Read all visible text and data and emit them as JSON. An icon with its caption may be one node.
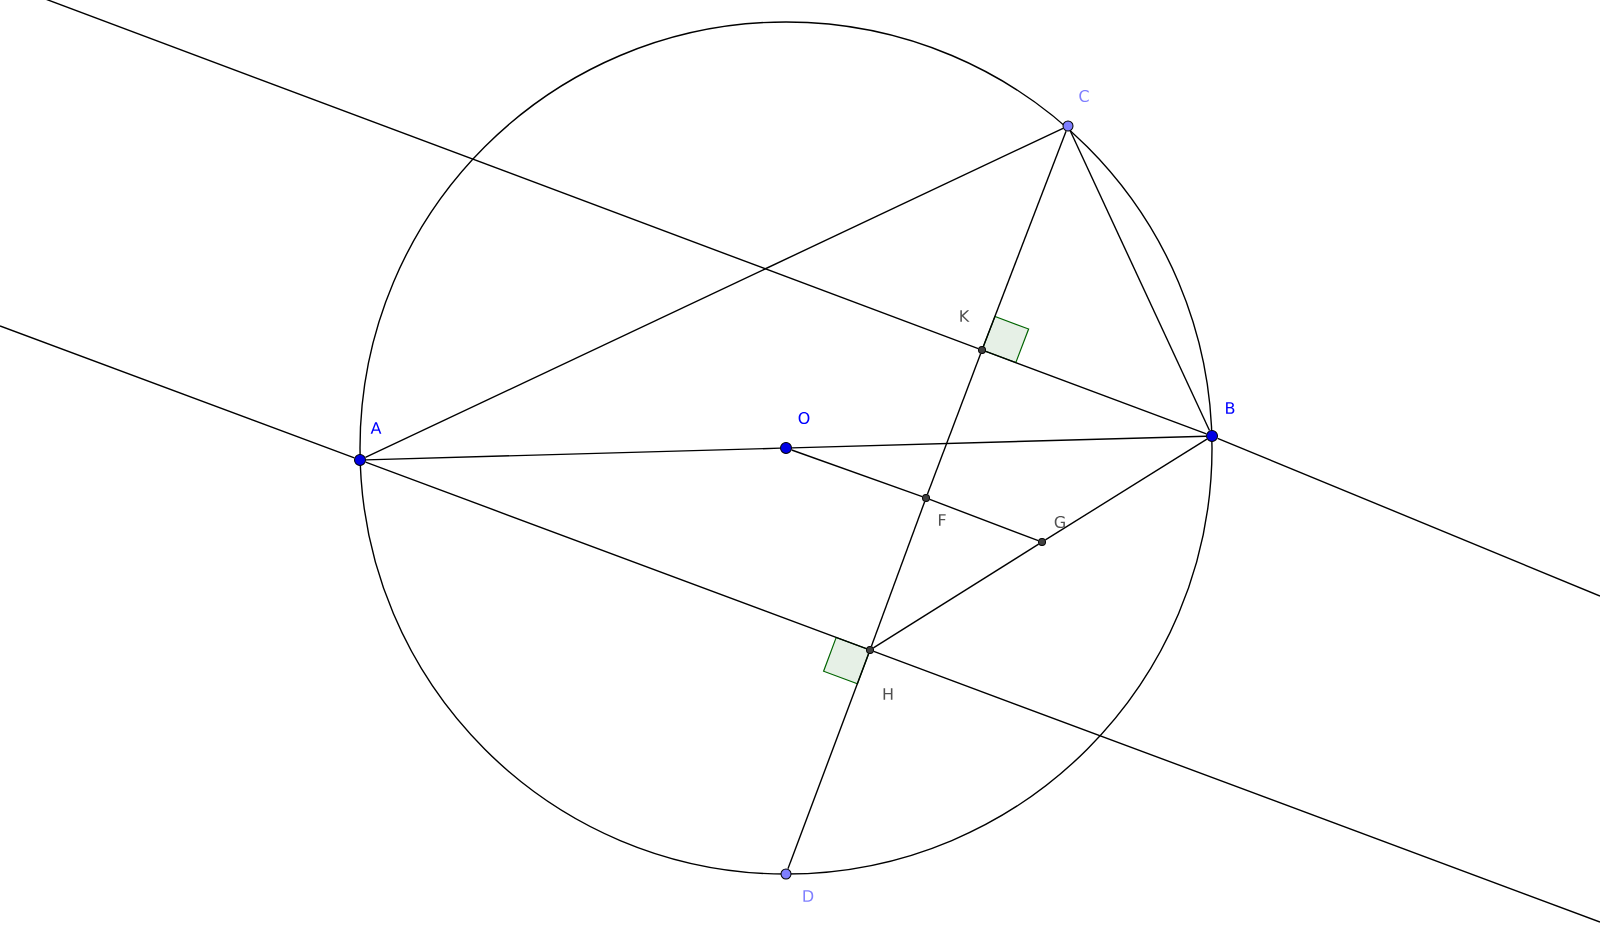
{
  "diagram": {
    "nodes": [
      {
        "text": [
          "A"
        ]
      },
      {
        "text": [
          "O"
        ]
      },
      {
        "text": [
          "B"
        ]
      },
      {
        "text": [
          "C"
        ]
      },
      {
        "text": [
          "D"
        ]
      },
      {
        "text": [
          "K"
        ]
      },
      {
        "text": [
          "F"
        ]
      },
      {
        "text": [
          "G"
        ]
      },
      {
        "text": [
          "H"
        ]
      }
    ],
    "edges": [
      {
        "from": 0,
        "to": 1,
        "arrow": "none"
      },
      {
        "from": 1,
        "to": 2,
        "arrow": "none"
      },
      {
        "from": 0,
        "to": 3,
        "arrow": "none"
      },
      {
        "from": 3,
        "to": 2,
        "arrow": "none"
      },
      {
        "from": 3,
        "to": 5,
        "arrow": "none"
      },
      {
        "from": 5,
        "to": 6,
        "arrow": "none"
      },
      {
        "from": 6,
        "to": 8,
        "arrow": "none"
      },
      {
        "from": 8,
        "to": 4,
        "arrow": "none"
      },
      {
        "from": 1,
        "to": 6,
        "arrow": "none"
      },
      {
        "from": 6,
        "to": 7,
        "arrow": "none"
      },
      {
        "from": 2,
        "to": 7,
        "arrow": "none"
      },
      {
        "from": 7,
        "to": 8,
        "arrow": "none"
      },
      {
        "from": null,
        "to": 5,
        "arrow": "none"
      },
      {
        "from": 5,
        "to": 2,
        "arrow": "none"
      },
      {
        "from": 2,
        "to": null,
        "arrow": "none"
      },
      {
        "from": null,
        "to": 0,
        "arrow": "none"
      },
      {
        "from": 0,
        "to": 8,
        "arrow": "none"
      },
      {
        "from": 8,
        "to": null,
        "arrow": "none"
      }
    ]
  }
}
